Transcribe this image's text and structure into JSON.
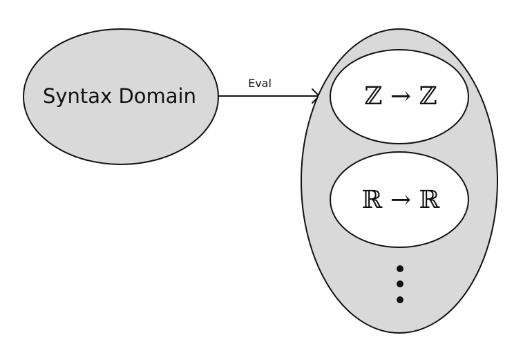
{
  "nodes": {
    "syntax_domain": {
      "label": "Syntax Domain"
    },
    "semantic_domain": {
      "items": [
        {
          "label": "ℤ → ℤ"
        },
        {
          "label": "ℝ → ℝ"
        }
      ],
      "continuation": "⋮"
    }
  },
  "edges": {
    "eval": {
      "label": "Eval"
    }
  },
  "colors": {
    "fill": "#d9d9d9",
    "stroke": "#111111",
    "inner_fill": "#ffffff"
  }
}
